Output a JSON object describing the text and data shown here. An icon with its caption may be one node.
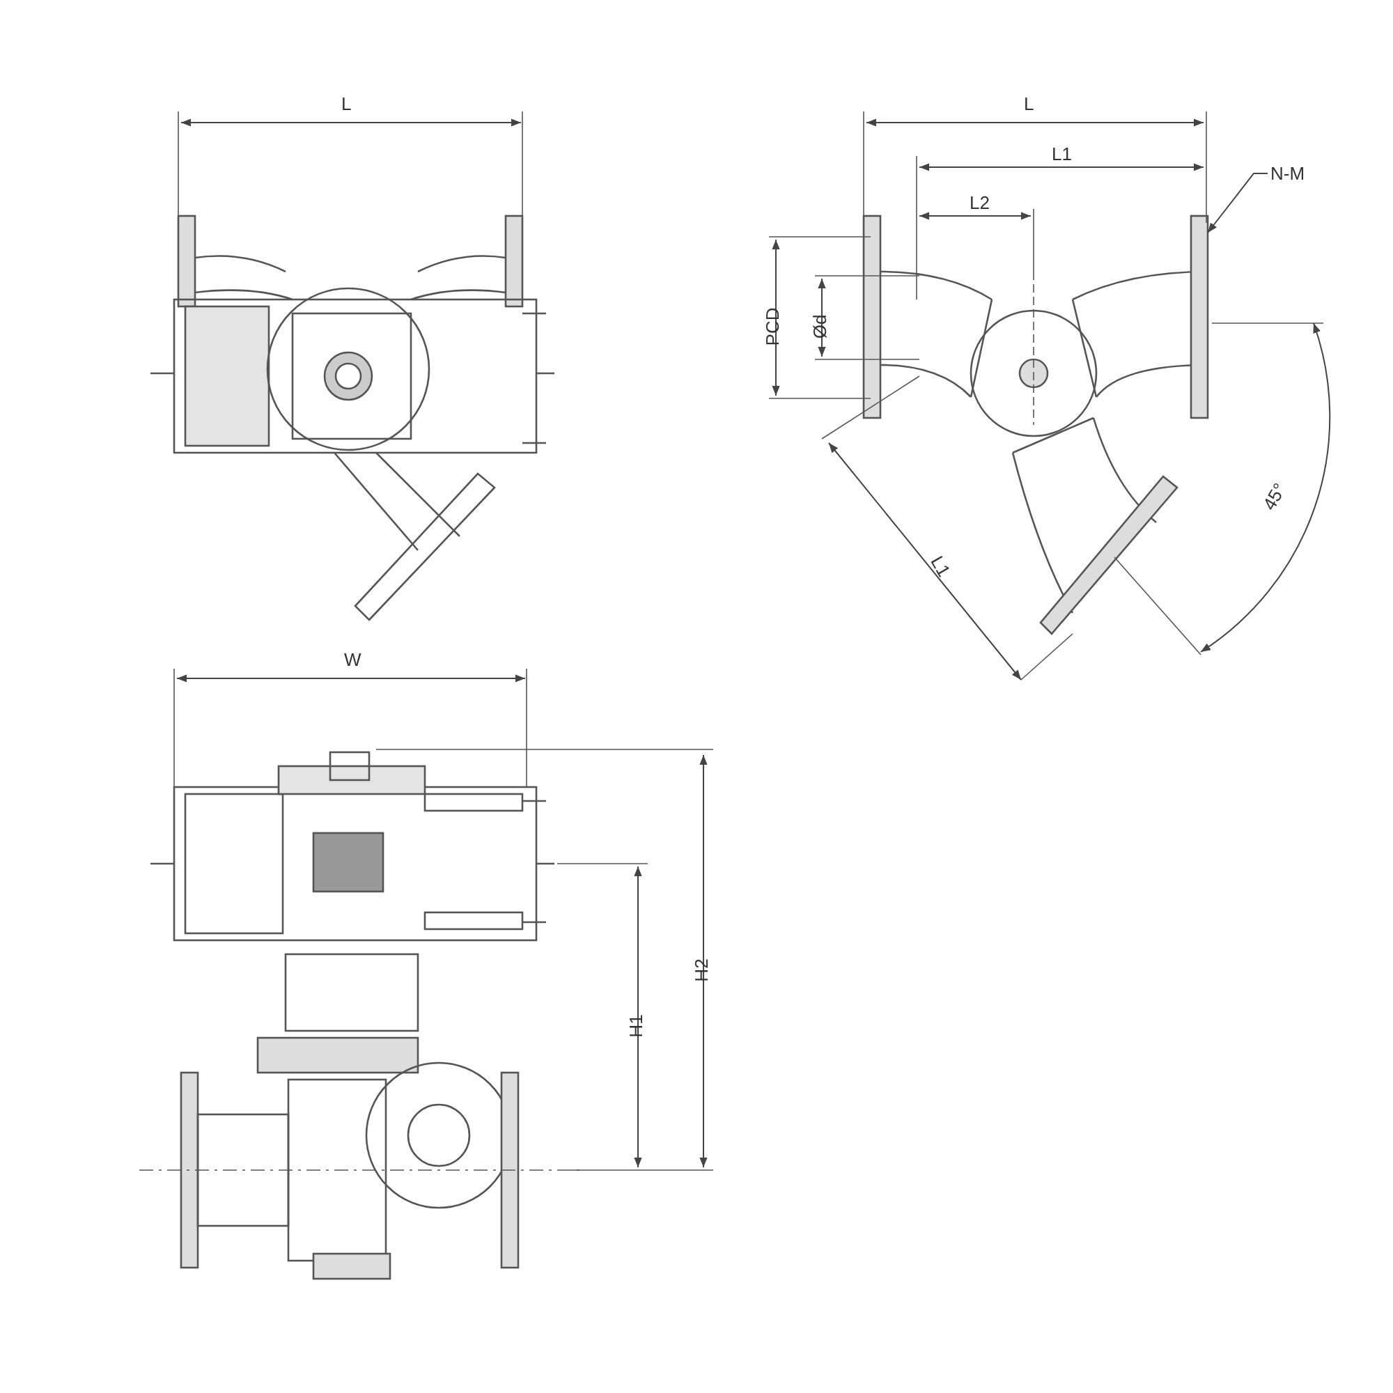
{
  "diagram": {
    "nodes": [
      {
        "text": [
          "N-M"
        ]
      },
      {
        "text": [],
        "shape": "box"
      }
    ],
    "edges": [
      {
        "from": 0,
        "to": 1,
        "arrow": "to"
      }
    ],
    "labels": [
      "L",
      "L",
      "L1",
      "L2",
      "PCD",
      "Ød",
      "L1",
      "45°",
      "W",
      "H2",
      "H1"
    ]
  }
}
